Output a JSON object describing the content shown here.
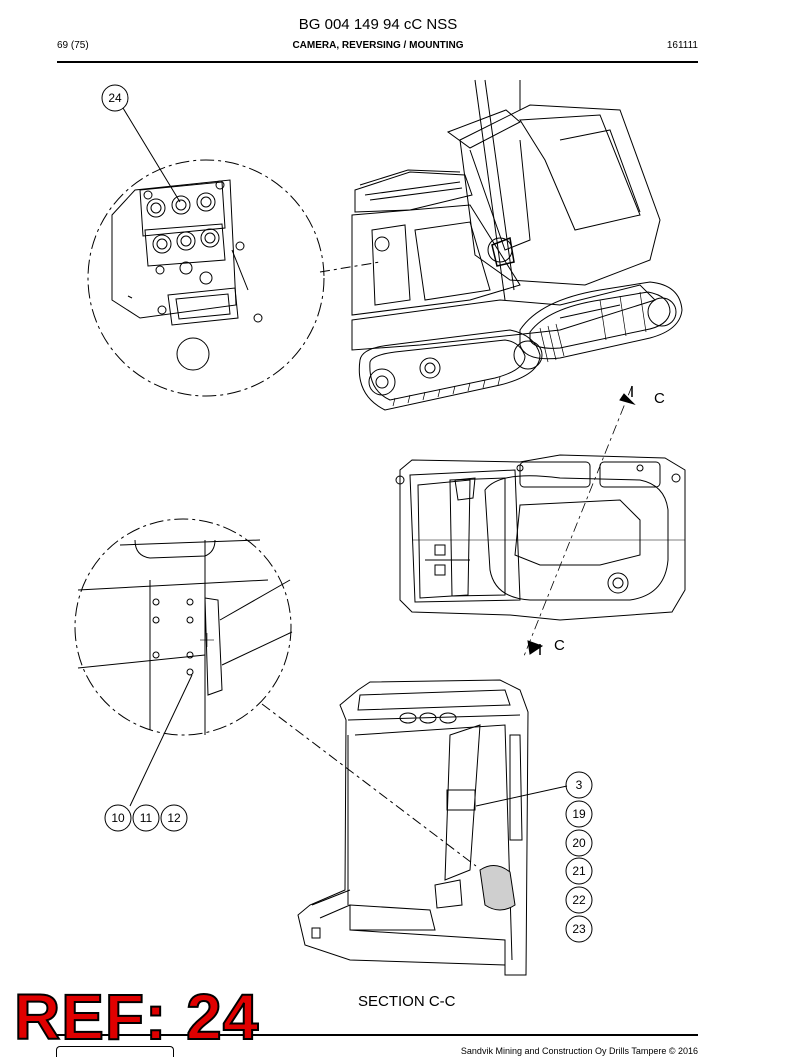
{
  "header": {
    "document_number": "BG 004 149 94 cC NSS",
    "page": "69 (75)",
    "title": "CAMERA, REVERSING / MOUNTING",
    "date": "161111"
  },
  "callouts": {
    "top": "24",
    "left": [
      "10",
      "11",
      "12"
    ],
    "right": [
      "3",
      "19",
      "20",
      "21",
      "22",
      "23"
    ]
  },
  "section_markers": {
    "upper": "C",
    "lower": "C"
  },
  "section_label": "SECTION C-C",
  "ref_stamp": "REF: 24",
  "footer": {
    "copyright": "Sandvik Mining and Construction Oy Drills Tampere © 2016"
  }
}
